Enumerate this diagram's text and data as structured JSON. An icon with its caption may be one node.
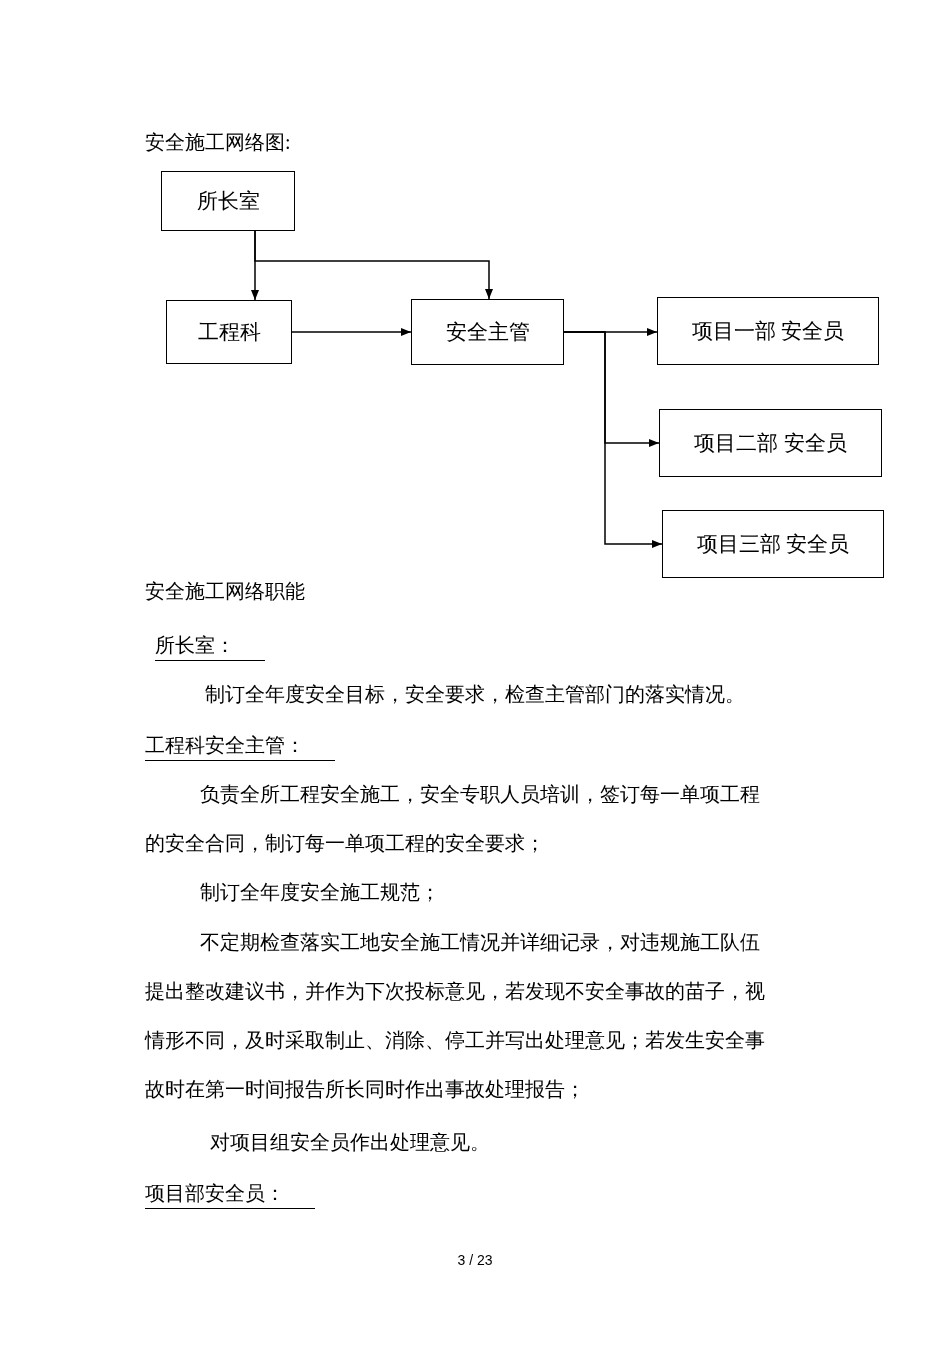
{
  "diagram": {
    "title": "安全施工网络图:",
    "nodes": [
      {
        "text": [
          "所长室"
        ]
      },
      {
        "text": [
          "工程科"
        ]
      },
      {
        "text": [
          "安全主管"
        ]
      },
      {
        "text": [
          "项目一部 安全员"
        ]
      },
      {
        "text": [
          "项目二部 安全员"
        ]
      },
      {
        "text": [
          "项目三部 安全员"
        ]
      }
    ],
    "edges": [
      {
        "from": 0,
        "to": 1,
        "arrow": "to"
      },
      {
        "from": 0,
        "to": 2,
        "arrow": "to"
      },
      {
        "from": 1,
        "to": 2,
        "arrow": "to"
      },
      {
        "from": 2,
        "to": 3,
        "arrow": "to"
      },
      {
        "from": 2,
        "to": 4,
        "arrow": "to"
      },
      {
        "from": 2,
        "to": 5,
        "arrow": "to"
      }
    ],
    "labels": [
      "安全施工网络职能",
      "所长室：",
      "制订全年度安全目标，安全要求，检查主管部门的落实情况。",
      "工程科安全主管：",
      "负责全所工程安全施工，安全专职人员培训，签订每一单项工程的安全合同，制订每一单项工程的安全要求；",
      "制订全年度安全施工规范；",
      "不定期检查落实工地安全施工情况并详细记录，对违规施工队伍提出整改建议书，并作为下次投标意见，若发现不安全事故的苗子，视情形不同，及时采取制止、消除、停工并写出处理意见；若发生安全事故时在第一时间报告所长同时作出事故处理报告；",
      "对项目组安全员作出处理意见。",
      "项目部安全员：",
      "3 / 23"
    ]
  }
}
